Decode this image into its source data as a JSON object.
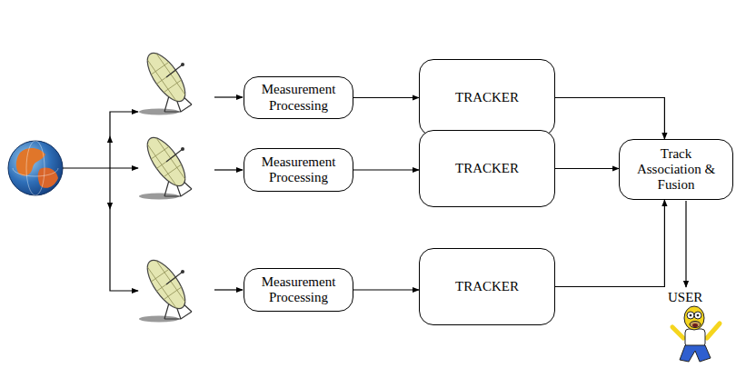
{
  "diagram": {
    "nodes": [
      {
        "text": [
          "Measurement Processing"
        ]
      },
      {
        "text": [
          "TRACKER"
        ]
      },
      {
        "text": [
          "Measurement Processing"
        ]
      },
      {
        "text": [
          "TRACKER"
        ]
      },
      {
        "text": [
          "Track Association & Fusion"
        ]
      },
      {
        "text": [
          "Measurement Processing"
        ]
      },
      {
        "text": [
          "TRACKER"
        ]
      }
    ],
    "edges": [
      {
        "from": 0,
        "to": 1,
        "arrow": "to"
      },
      {
        "from": 2,
        "to": 3,
        "arrow": "to"
      },
      {
        "from": 5,
        "to": 6,
        "arrow": "to"
      },
      {
        "from": 1,
        "to": 4,
        "arrow": "to"
      },
      {
        "from": 3,
        "to": 4,
        "arrow": "to"
      },
      {
        "from": 6,
        "to": 4,
        "arrow": "to"
      }
    ],
    "labels": [
      "USER"
    ]
  }
}
